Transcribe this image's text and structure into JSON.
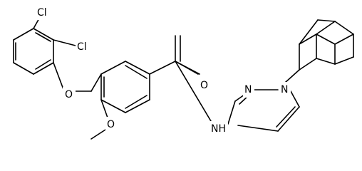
{
  "image": {
    "background": "#ffffff",
    "bond_color": "#000000"
  },
  "atom_labels": {
    "cl_top": "Cl",
    "cl_mid": "Cl",
    "o_ether": "O",
    "o_methoxy": "O",
    "o_carbonyl": "O",
    "n_amide": "NH",
    "n_pyrazole_2": "N",
    "n_pyrazole_1": "N"
  }
}
